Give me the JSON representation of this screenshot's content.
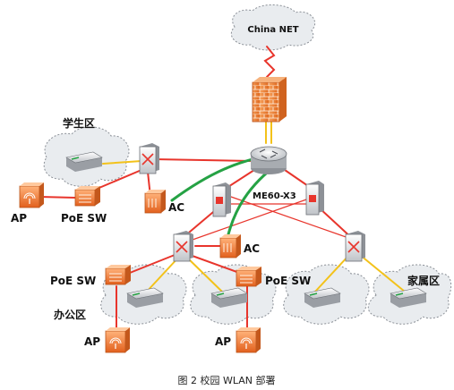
{
  "labels": {
    "internet": "China NET",
    "core_model": "ME60-X3",
    "student_zone": "学生区",
    "office_zone": "办公区",
    "family_zone": "家属区",
    "ap": "AP",
    "poe_sw": "PoE SW",
    "ac": "AC"
  },
  "caption": "图 2  校园 WLAN 部署",
  "colors": {
    "link_red": "#e8352c",
    "link_yellow": "#f3c21a",
    "link_green": "#25a244",
    "firewall": "#f08a3c",
    "orange_device": "#f07a2b",
    "cloud_fill": "#e9ecef"
  }
}
